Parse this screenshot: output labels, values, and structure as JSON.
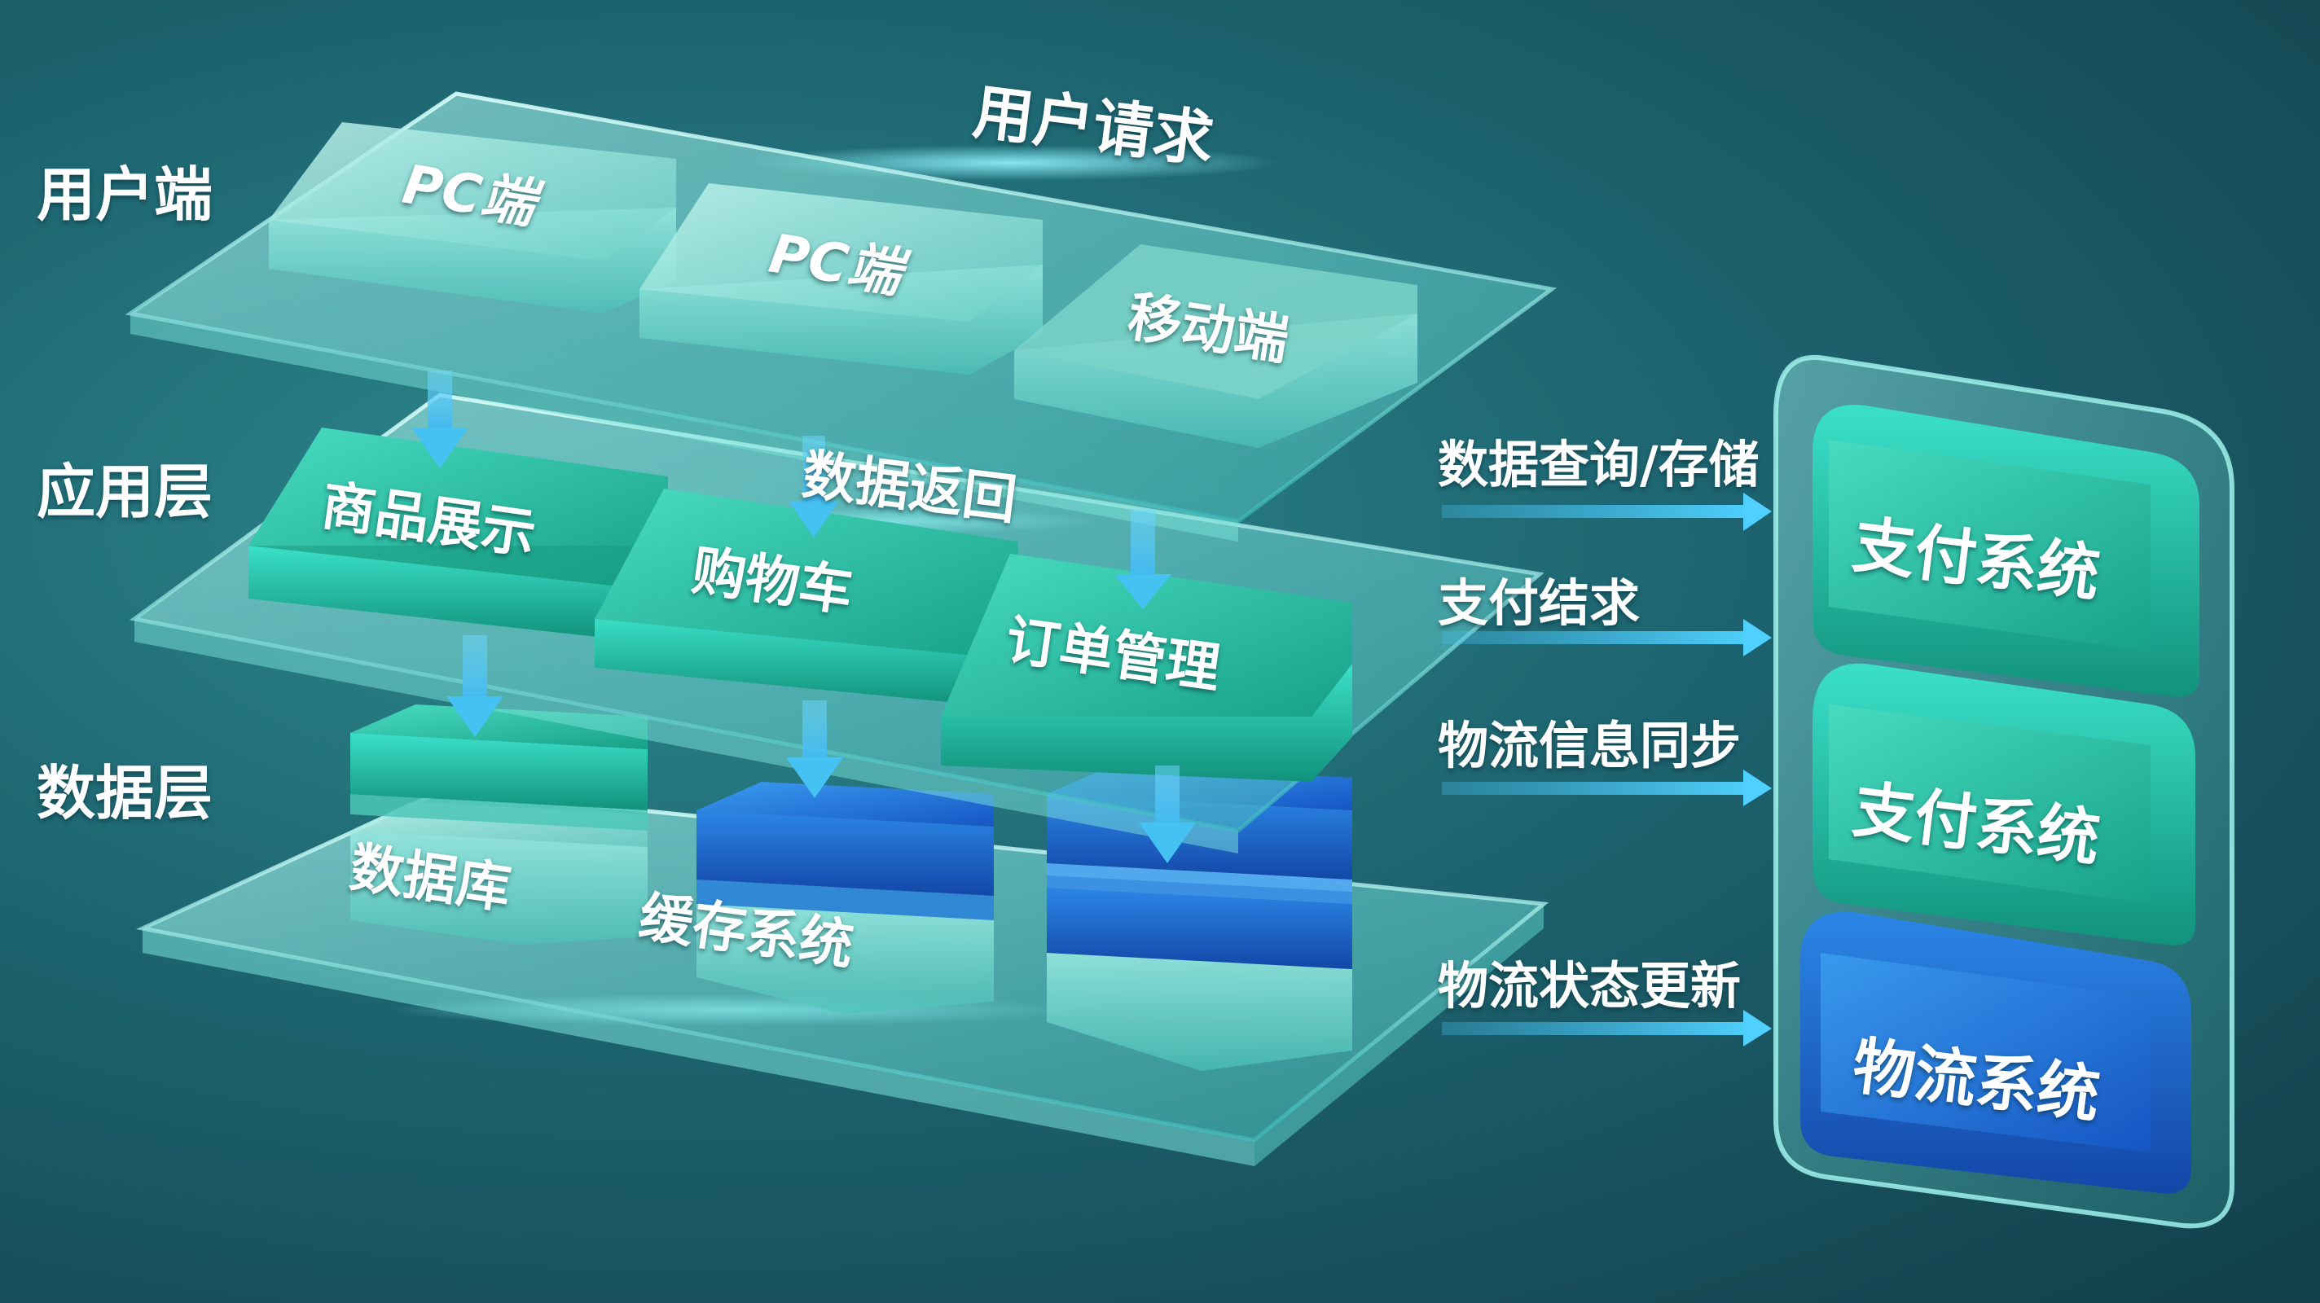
{
  "layers": {
    "user": "用户端",
    "app": "应用层",
    "data": "数据层"
  },
  "flows": {
    "user_request": "用户请求",
    "data_return": "数据返回"
  },
  "user_blocks": [
    "PC端",
    "PC端",
    "移动端"
  ],
  "app_blocks": [
    "商品展示",
    "购物车",
    "订单管理"
  ],
  "data_blocks": [
    "数据库",
    "缓存系统"
  ],
  "right_flows": [
    "数据查询/存储",
    "支付结求",
    "物流信息同步",
    "物流状态更新"
  ],
  "systems": [
    "支付系统",
    "支付系统",
    "物流系统"
  ],
  "colors": {
    "background": "#1d6470",
    "glass": "#8ff0e8",
    "green_block": "#1fb59a",
    "blue_block": "#1c6fd0",
    "arrow": "#45c2f2"
  }
}
